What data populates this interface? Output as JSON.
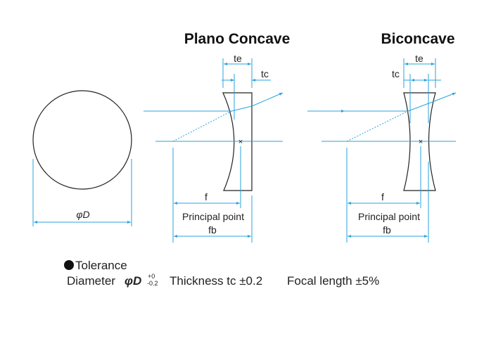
{
  "titles": {
    "plano": "Plano Concave",
    "biconcave": "Biconcave"
  },
  "labels": {
    "diameter": "φD",
    "te": "te",
    "tc": "tc",
    "f": "f",
    "principal": "Principal point",
    "fb": "fb"
  },
  "tolerance": {
    "heading": "Tolerance",
    "diameter_label": "Diameter",
    "diameter_symbol": "φD",
    "diameter_plus": "+0",
    "diameter_minus": "-0.2",
    "thickness": "Thickness tc ±0.2",
    "focal": "Focal length ±5%"
  },
  "colors": {
    "dimension": "#29a3dc",
    "outline": "#222222"
  }
}
